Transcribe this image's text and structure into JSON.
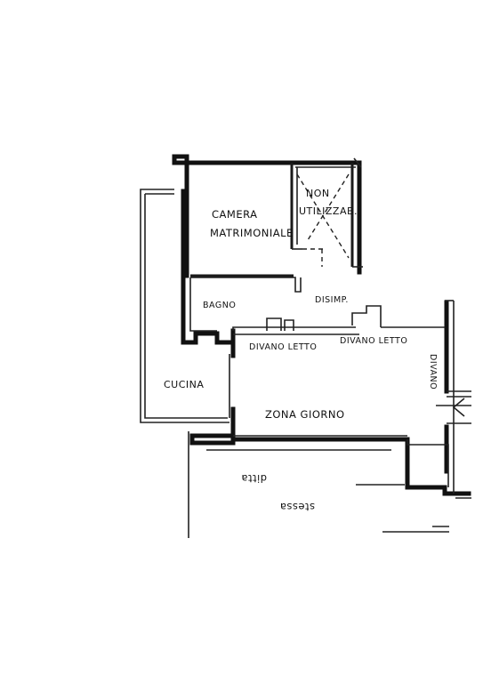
{
  "rooms": {
    "camera_line1": "CAMERA",
    "camera_line2": "MATRIMONIALE",
    "non_line1": "NON",
    "non_line2": "UTILIZZAB.",
    "bagno": "BAGNO",
    "disimp": "DISIMP.",
    "divano_letto_1": "DIVANO LETTO",
    "divano_letto_2": "DIVANO LETTO",
    "divano": "DIVANO",
    "cucina": "CUCINA",
    "zona_giorno": "ZONA GIORNO"
  },
  "outside": {
    "ditta": "ditta",
    "stessa": "stessa"
  }
}
